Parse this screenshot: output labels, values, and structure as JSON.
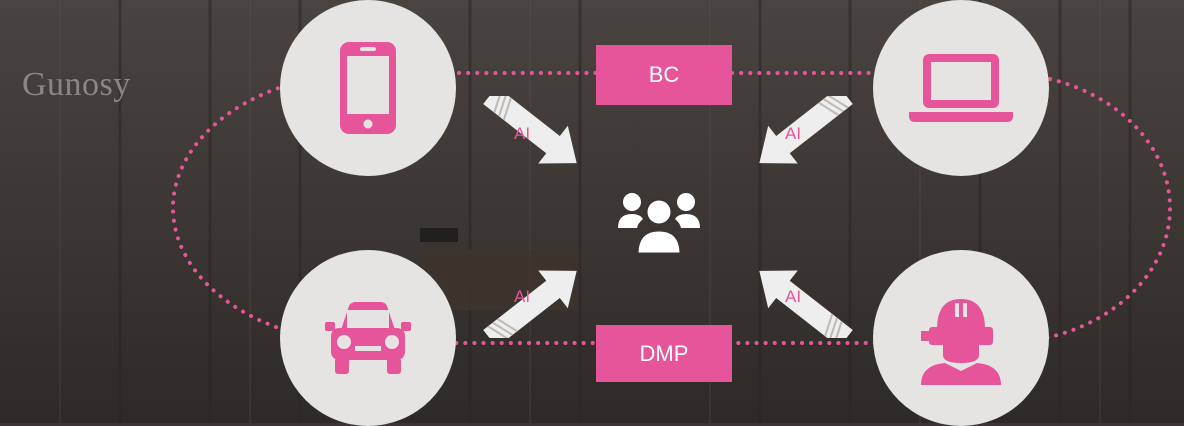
{
  "brand": {
    "logo_text": "Gunosy"
  },
  "labels": {
    "top": "BC",
    "bottom": "DMP",
    "arrow": "AI"
  },
  "icons": {
    "top_left": "smartphone-icon",
    "top_right": "laptop-icon",
    "bottom_left": "car-icon",
    "bottom_right": "vr-headset-user-icon",
    "center": "users-group-icon"
  },
  "colors": {
    "accent": "#e6559a",
    "circle": "#e6e4e2",
    "arrow": "#eeeeee"
  }
}
